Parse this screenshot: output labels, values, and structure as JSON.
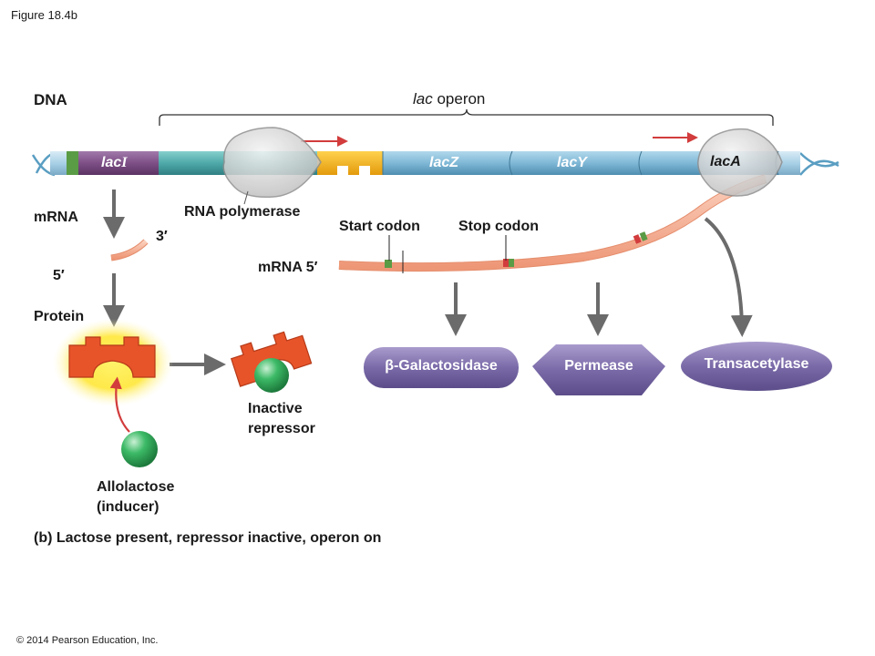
{
  "figure_label": "Figure 18.4b",
  "copyright": "© 2014 Pearson Education, Inc.",
  "labels": {
    "dna": "DNA",
    "operon_italic": "lac",
    "operon_rest": " operon",
    "laci_italic": "lac",
    "laci_suffix": "I",
    "lacz": "lacZ",
    "lacy": "lacY",
    "laca": "lacA",
    "rna_polymerase": "RNA polymerase",
    "mrna_left": "mRNA",
    "three_prime": "3′",
    "five_prime": "5′",
    "start_codon": "Start codon",
    "stop_codon": "Stop codon",
    "mrna_five": "mRNA 5′",
    "protein": "Protein",
    "inactive_line1": "Inactive",
    "inactive_line2": "repressor",
    "allolactose_line1": "Allolactose",
    "allolactose_line2": "(inducer)",
    "beta_gal": "β-Galactosidase",
    "permease": "Permease",
    "transacetylase": "Transacetylase",
    "caption": "(b) Lactose present, repressor inactive, operon on"
  },
  "colors": {
    "dna_teal": "#4fa9a8",
    "dna_blue": "#7fb8d6",
    "laci_purple": "#7d4f86",
    "operator_orange": "#f2a714",
    "repressor_red": "#e8542a",
    "inducer_green": "#2fae5a",
    "mrna_salmon": "#f4a98a",
    "enzyme_purple": "#7a6aa8",
    "arrow_red": "#d23c3c",
    "arrow_gray": "#6b6b6b"
  }
}
